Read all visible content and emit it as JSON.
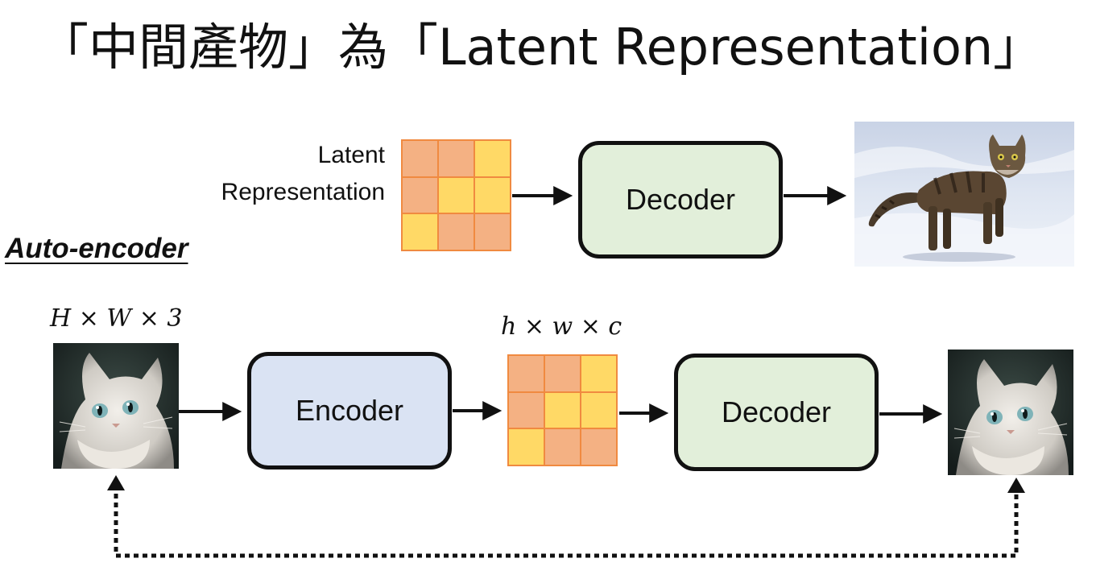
{
  "title": "「中間產物」為「Latent Representation」",
  "top_row": {
    "latent_label_line1": "Latent",
    "latent_label_line2": "Representation",
    "decoder_label": "Decoder"
  },
  "section_label": "Auto-encoder",
  "bottom_row": {
    "input_dims": "H × W × 3",
    "latent_dims": "h × w × c",
    "encoder_label": "Encoder",
    "decoder_label": "Decoder"
  },
  "latent_grid": {
    "cells": [
      "orange",
      "orange",
      "yellow",
      "orange",
      "yellow",
      "yellow",
      "yellow",
      "orange",
      "orange"
    ]
  },
  "colors": {
    "orange_cell": "#f4b183",
    "yellow_cell": "#ffd966",
    "cell_border": "#f08a40",
    "decoder_fill": "#e2efda",
    "encoder_fill": "#dae3f3",
    "arrow": "#111111"
  },
  "images": {
    "top_output": "cat-in-snow-photo",
    "bottom_input": "fluffy-cat-portrait",
    "bottom_output": "fluffy-cat-portrait-reconstructed"
  }
}
